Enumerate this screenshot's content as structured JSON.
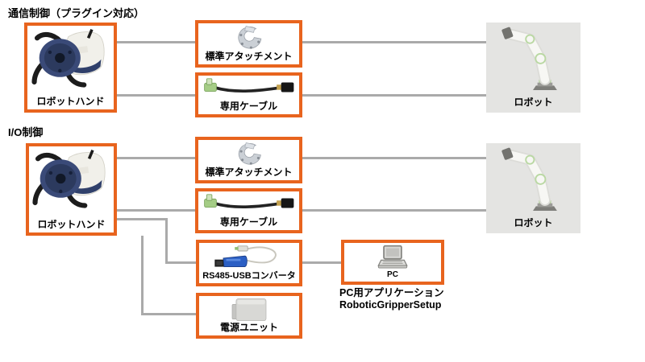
{
  "diagram": {
    "sections": [
      {
        "title": "通信制御（プラグイン対応）",
        "nodes": {
          "robot_hand": {
            "label": "ロボットハンド",
            "icon": "robot-hand-icon"
          },
          "attachment": {
            "label": "標準アタッチメント",
            "icon": "attachment-icon"
          },
          "cable": {
            "label": "専用ケーブル",
            "icon": "cable-icon"
          },
          "robot": {
            "label": "ロボット",
            "icon": "robot-arm-icon"
          }
        }
      },
      {
        "title": "I/O制御",
        "nodes": {
          "robot_hand": {
            "label": "ロボットハンド",
            "icon": "robot-hand-icon"
          },
          "attachment": {
            "label": "標準アタッチメント",
            "icon": "attachment-icon"
          },
          "cable": {
            "label": "専用ケーブル",
            "icon": "cable-icon"
          },
          "rs485": {
            "label": "RS485-USBコンバータ",
            "icon": "usb-converter-icon"
          },
          "power": {
            "label": "電源ユニット",
            "icon": "power-unit-icon"
          },
          "pc": {
            "label": "PC",
            "icon": "laptop-icon"
          },
          "robot": {
            "label": "ロボット",
            "icon": "robot-arm-icon"
          },
          "pc_caption": {
            "line1": "PC用アプリケーション",
            "line2": "RoboticGripperSetup"
          }
        }
      }
    ],
    "colors": {
      "highlight_border": "#E8641E",
      "connector_line": "#AAAAAA",
      "robot_box_bg": "#E4E4E2",
      "background": "#FFFFFF",
      "text": "#000000"
    }
  }
}
